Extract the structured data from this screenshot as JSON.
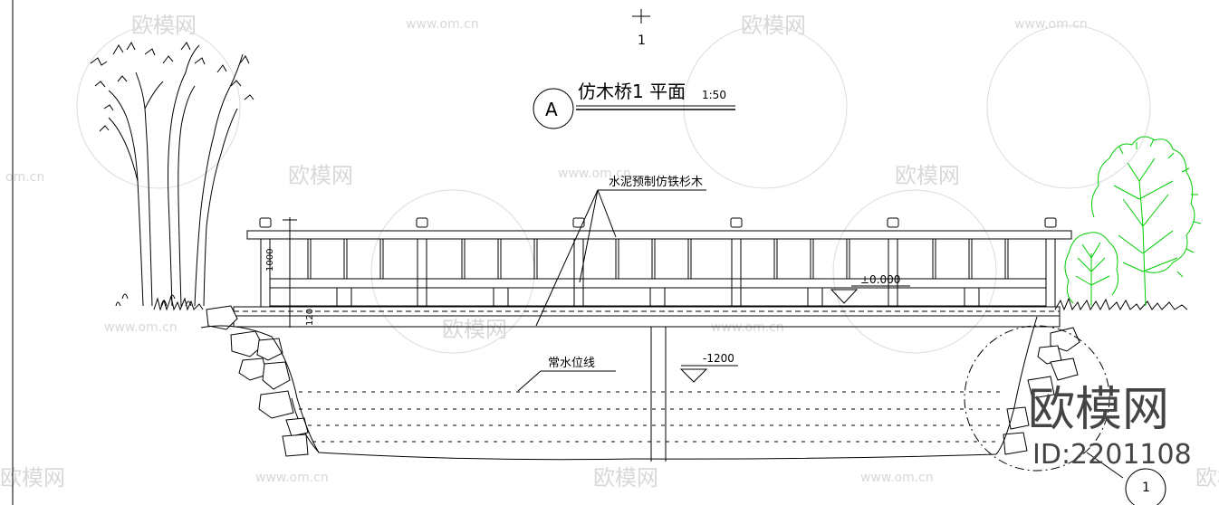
{
  "drawing": {
    "title": "仿木桥1 平面",
    "scale": "1:50",
    "detail_marker": "A",
    "section_mark_top": "1",
    "section_mark_bottom": "1",
    "material_label": "水泥预制仿铁杉木",
    "water_line_label": "常水位线",
    "elevation_deck": "±0.000",
    "elevation_water": "-1200",
    "dim_railing_height": "1000",
    "dim_deck_thickness": "120"
  },
  "watermark": {
    "brand": "欧模网",
    "site": "www.om.cn",
    "site_short": "om.cn",
    "id_text": "ID:2201108"
  },
  "colors": {
    "line": "#000000",
    "shrub": "#00cc00",
    "watermark_light": "#d8d8d8",
    "watermark_dark": "#444444"
  }
}
